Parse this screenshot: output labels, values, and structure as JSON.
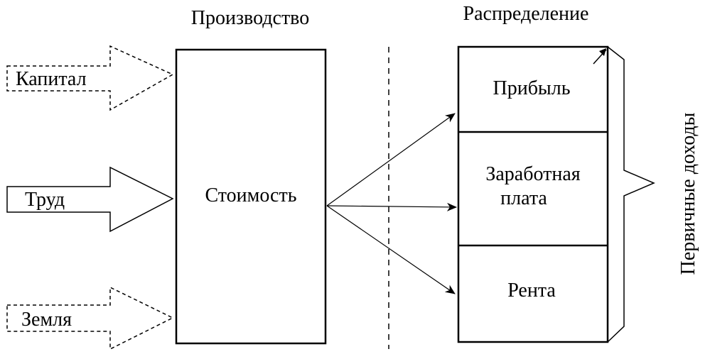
{
  "headers": {
    "production": "Производство",
    "distribution": "Распределение"
  },
  "inputs": {
    "capital": "Капитал",
    "labor": "Труд",
    "land": "Земля"
  },
  "center": {
    "value": "Стоимость"
  },
  "distribution": {
    "profit": "Прибыль",
    "wages_line1": "Заработная",
    "wages_line2": "плата",
    "rent": "Рента"
  },
  "brace_label": "Первичные доходы"
}
